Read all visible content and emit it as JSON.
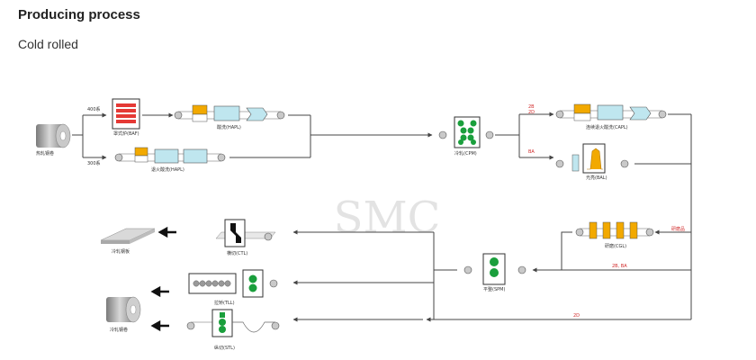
{
  "header": {
    "title": "Producing process",
    "subtitle": "Cold rolled"
  },
  "watermark": "SMC",
  "labels": {
    "hot_rolled_coil": "热轧钢卷",
    "baf": "罩式炉(BAF)",
    "hapl_top": "酸洗(HAPL)",
    "hapl_bottom": "退火酸洗(HAPL)",
    "cpm": "冷轧(CPM)",
    "capl": "连续退火酸洗(CAPL)",
    "bal": "光亮(BAL)",
    "cgl": "研磨(CGL)",
    "spm": "平整(SPM)",
    "ctl": "横切(CTL)",
    "tll": "拉矫(TLL)",
    "stl": "纵切(STL)",
    "cold_sheet": "冷轧钢板",
    "cold_coil": "冷轧钢卷",
    "branch_400": "400系",
    "branch_300": "300系",
    "route_2b_2d": "2B\n2D",
    "route_2b": "2B",
    "route_2d_top": "2D",
    "route_ba": "BA",
    "grinding": "研磨品",
    "route_2b_ba": "2B, BA",
    "route_2d": "2D"
  },
  "colors": {
    "yellow": "#f2a900",
    "cyan": "#bfe6ef",
    "red": "#e53935",
    "green": "#1a9f3c",
    "roll": "#bdbdbd",
    "line": "#444444",
    "route_text": "#d12a2a"
  }
}
